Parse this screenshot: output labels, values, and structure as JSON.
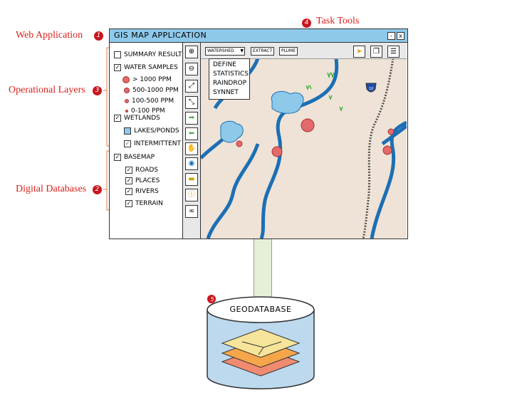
{
  "annotations": {
    "web_app": {
      "label": "Web Application",
      "num": "1"
    },
    "op_layers": {
      "label": "Operational Layers",
      "num": "3"
    },
    "digital_db": {
      "label": "Digital Databases",
      "num": "2"
    },
    "task_tools": {
      "label": "Task Tools",
      "num": "4"
    },
    "geodb_num": "5"
  },
  "window": {
    "title": "GIS MAP APPLICATION",
    "minimize": "-",
    "close": "x"
  },
  "layers": {
    "summary": "SUMMARY RESULT",
    "water": "WATER SAMPLES",
    "ppm1": "> 1000 PPM",
    "ppm2": "500-1000 PPM",
    "ppm3": "100-500 PPM",
    "ppm4": "0-100 PPM",
    "wetlands": "WETLANDS",
    "lakes": "LAKES/PONDS",
    "intermittent": "INTERMITTENT",
    "basemap": "BASEMAP",
    "roads": "ROADS",
    "places": "PLACES",
    "rivers": "RIVERS",
    "terrain": "TERRAIN"
  },
  "toolbar": {
    "dropdown": "WATERSHED",
    "extract": "EXTRACT",
    "plume": "PLUME"
  },
  "menu": [
    "DEFINE",
    "STATISTICS",
    "RAINDROP",
    "SYNNET"
  ],
  "map": {
    "highway": "10"
  },
  "database": {
    "label": "GEODATABASE"
  },
  "colors": {
    "title_bar": "#8ec9ea",
    "map_bg": "#eee3d6",
    "river": "#1c6fb5",
    "annot": "#d9201a"
  }
}
